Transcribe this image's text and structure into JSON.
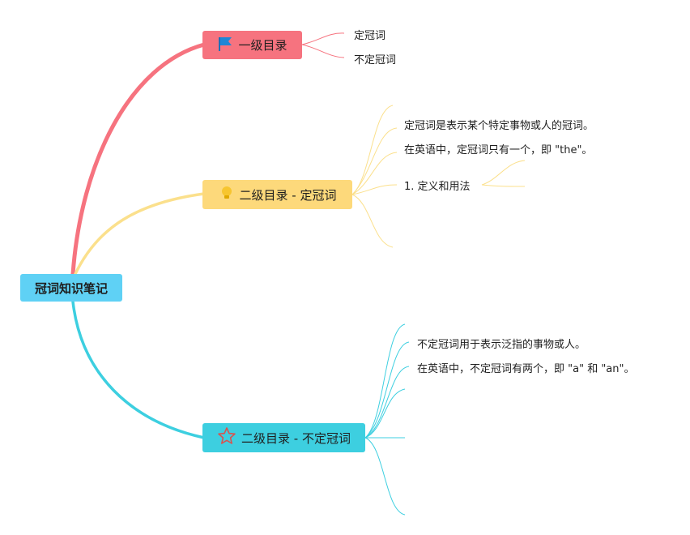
{
  "root": {
    "label": "冠词知识笔记"
  },
  "branches": [
    {
      "label": "一级目录",
      "icon": "flag-icon",
      "color": "#f6737f",
      "children": [
        "定冠词",
        "不定冠词"
      ]
    },
    {
      "label": "二级目录 - 定冠词",
      "icon": "lightbulb-icon",
      "color": "#fdd97b",
      "children": [
        "定冠词是表示某个特定事物或人的冠词。",
        "在英语中，定冠词只有一个，即 \"the\"。",
        "1. 定义和用法"
      ]
    },
    {
      "label": "二级目录 - 不定冠词",
      "icon": "star-icon",
      "color": "#3dcfe0",
      "children": [
        "不定冠词用于表示泛指的事物或人。",
        "在英语中，不定冠词有两个，即 \"a\" 和 \"an\"。"
      ]
    }
  ]
}
